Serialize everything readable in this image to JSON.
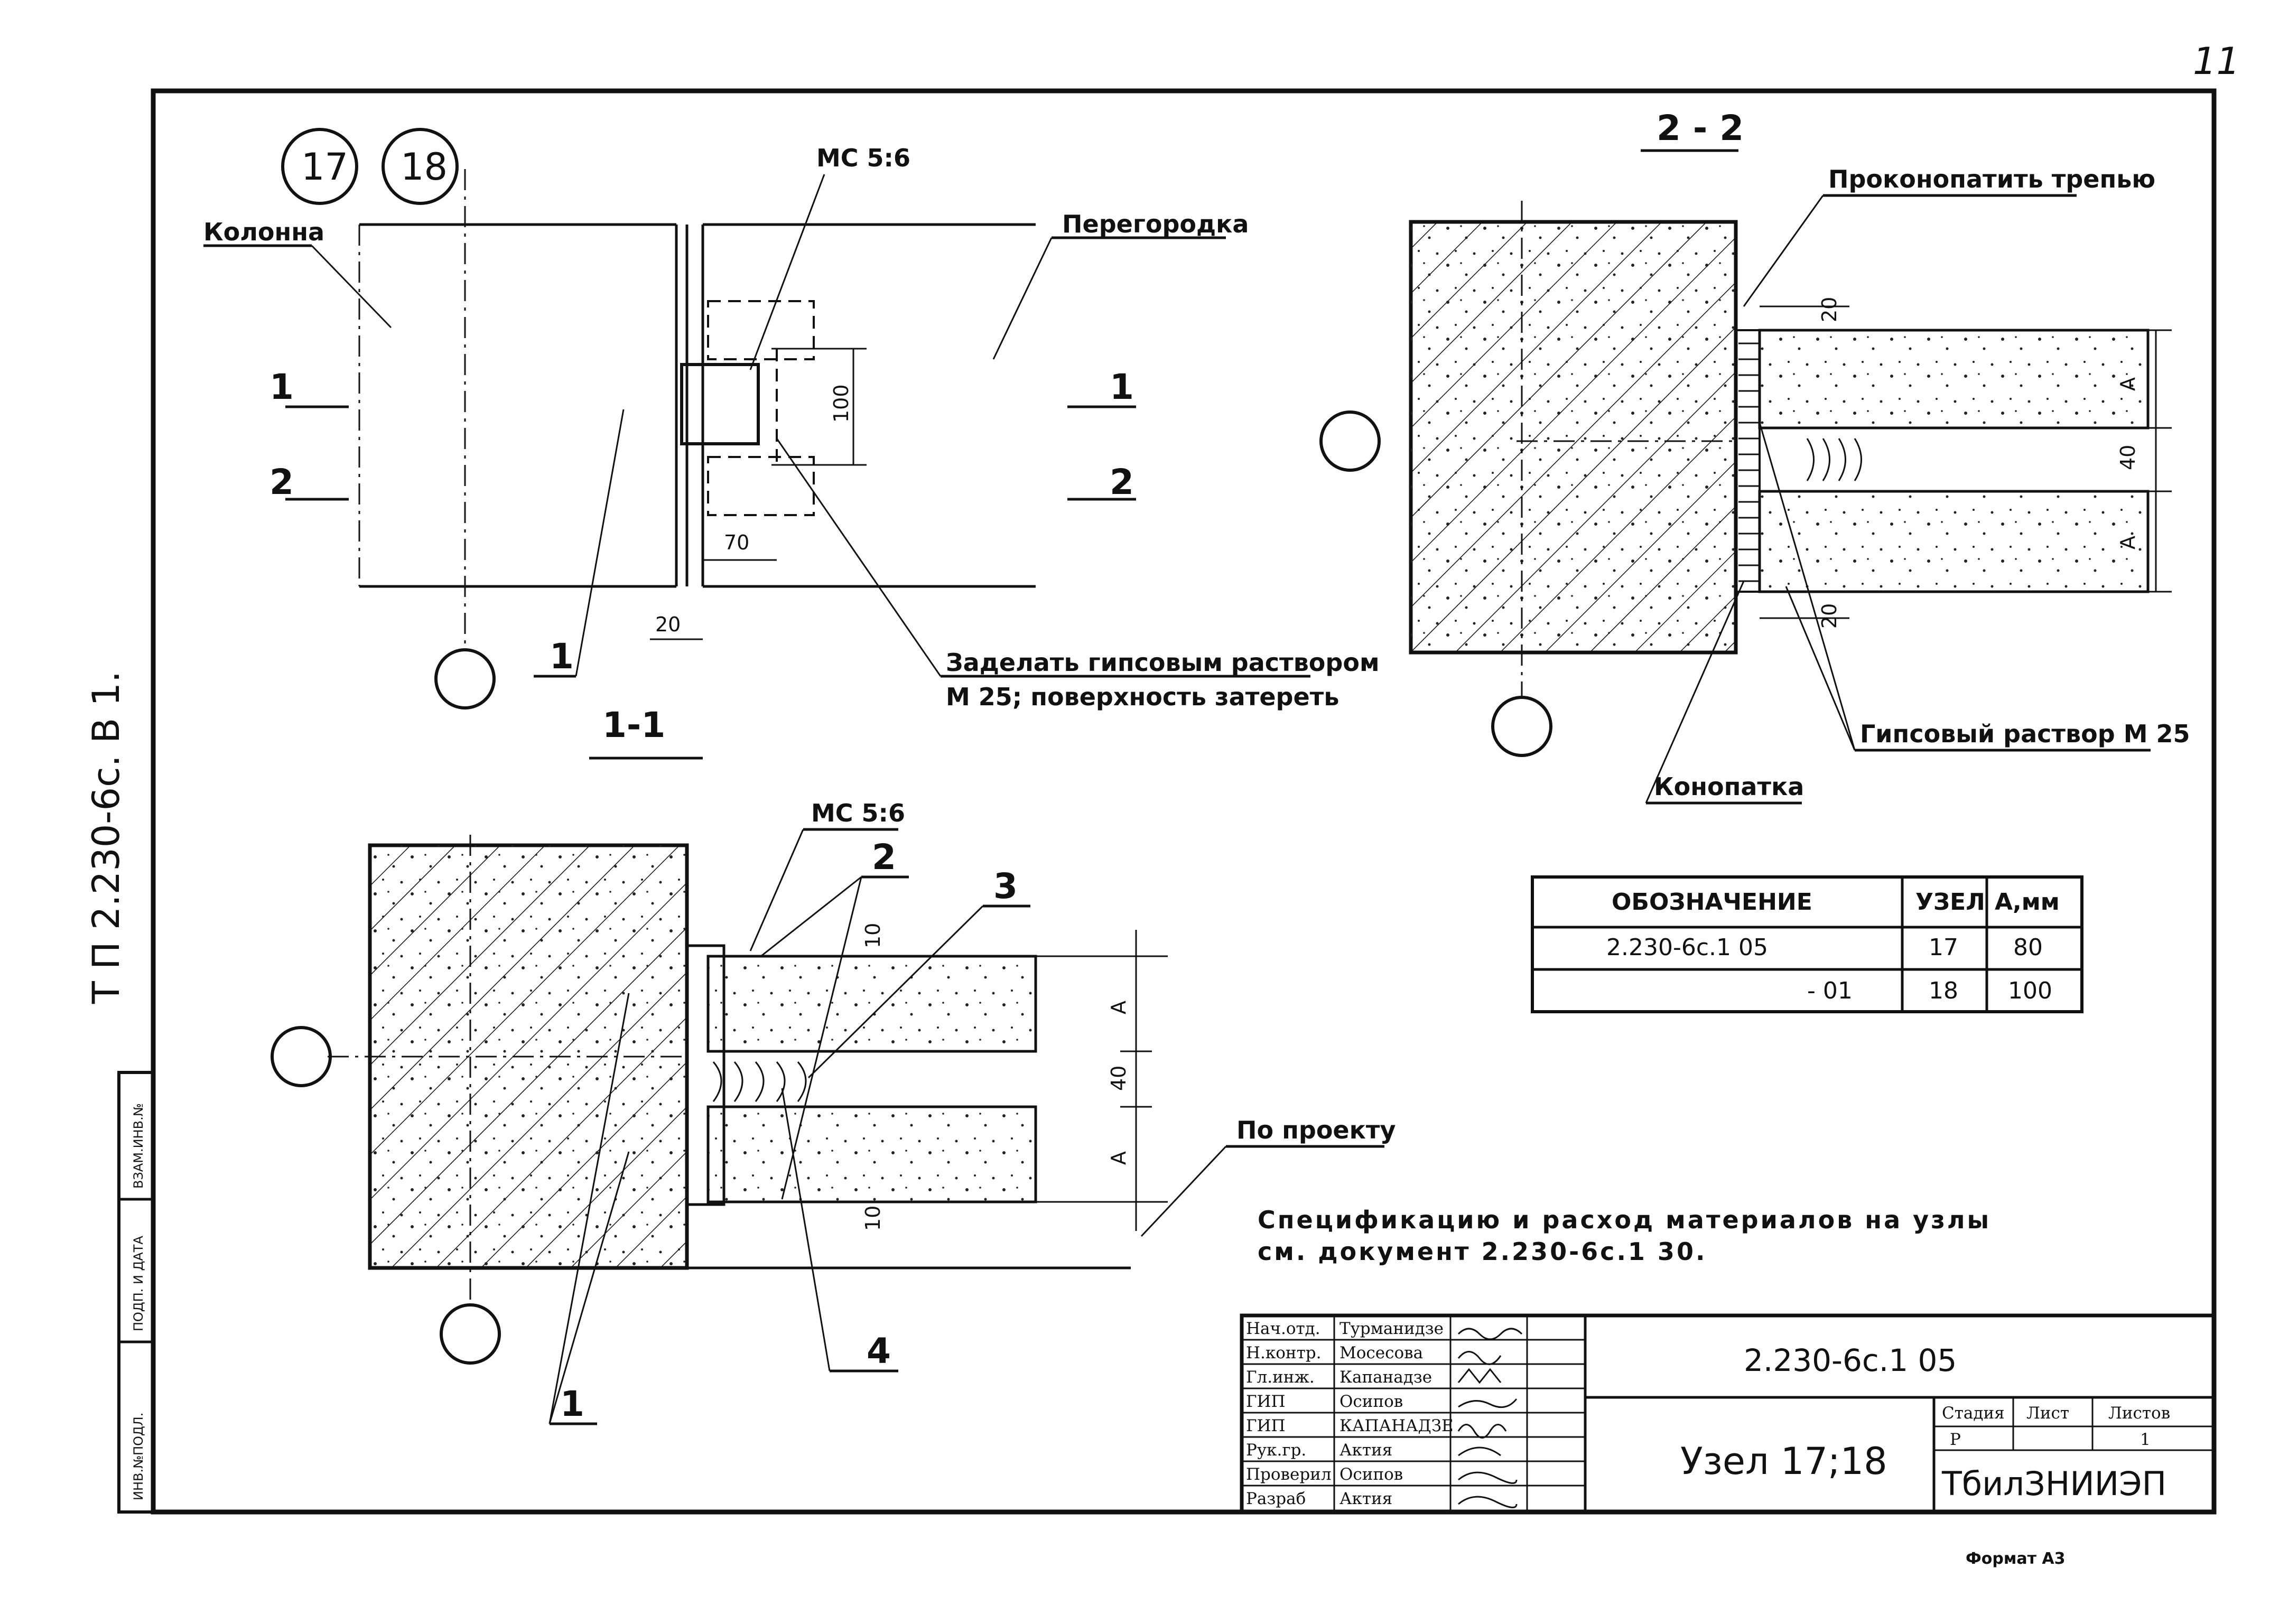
{
  "page_number": "11",
  "side_label": "Т П    2.230-6с. В 1.",
  "stamp_column": [
    "ИНВ.№ПОДЛ.",
    "ПОДП. И ДАТА",
    "ВЗАМ.ИНВ.№"
  ],
  "node_markers": [
    "17",
    "18"
  ],
  "plan": {
    "column_label": "Колонна",
    "partition_label": "Перегородка",
    "part_ref_top": "МС 5:6",
    "dim_100": "100",
    "dim_70": "70",
    "dim_20": "20",
    "cut_1": "1",
    "cut_2": "2",
    "callout_1": "1",
    "note_line1": "Заделать гипсовым раствором",
    "note_line2": "М 25; поверхность затереть"
  },
  "section_2_2": {
    "title": "2 - 2",
    "note_top": "Проконопатить трепью",
    "note_gypsum": "Гипсовый раствор М 25",
    "note_caulk": "Конопатка",
    "dim_20a": "20",
    "dim_40": "40",
    "dim_20b": "20",
    "dim_A1": "А",
    "dim_A2": "А"
  },
  "section_1_1": {
    "title": "1-1",
    "part_ref": "МС 5:6",
    "callout_2": "2",
    "callout_3": "3",
    "callout_4": "4",
    "callout_1": "1",
    "dim_10a": "10",
    "dim_40": "40",
    "dim_10b": "10",
    "dim_A1": "А",
    "dim_A2": "А",
    "note_project": "По проекту"
  },
  "spec_table": {
    "headers": [
      "ОБОЗНАЧЕНИЕ",
      "УЗЕЛ",
      "А,мм"
    ],
    "rows": [
      [
        "2.230-6с.1  05",
        "17",
        "80"
      ],
      [
        "- 01",
        "18",
        "100"
      ]
    ]
  },
  "spec_note_line1": "Спецификацию и расход материалов на узлы",
  "spec_note_line2": "см. документ  2.230-6с.1  30.",
  "title_block": {
    "staff": [
      [
        "Нач.отд.",
        "Турманидзе"
      ],
      [
        "Н.контр.",
        "Мосесова"
      ],
      [
        "Гл.инж.",
        "Капанадзе"
      ],
      [
        "ГИП",
        "Осипов"
      ],
      [
        "ГИП",
        "КАПАНАДЗЕ"
      ],
      [
        "Рук.гр.",
        "Актия"
      ],
      [
        "Проверил",
        "Осипов"
      ],
      [
        "Разраб",
        "Актия"
      ]
    ],
    "doc_code": "2.230-6с.1  05",
    "sheet_title": "Узел  17;18",
    "stage_header": "Стадия",
    "sheet_header": "Лист",
    "sheets_header": "Листов",
    "stage_value": "Р",
    "sheets_value": "1",
    "org": "ТбилЗНИИЭП"
  },
  "format_note": "Формат А3"
}
